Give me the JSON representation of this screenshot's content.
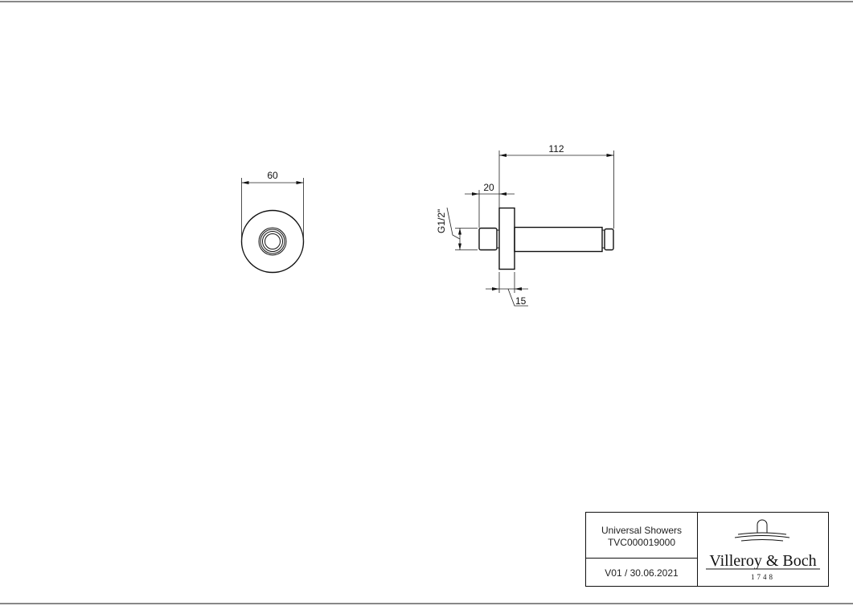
{
  "drawing": {
    "dimensions": {
      "flange_diameter": "60",
      "overall_length": "112",
      "thread_length": "20",
      "thread_size": "G1/2\"",
      "flange_thickness": "15"
    }
  },
  "title_block": {
    "product_line": "Universal Showers",
    "article_number": "TVC000019000",
    "version_date": "V01 / 30.06.2021",
    "brand": "Villeroy & Boch",
    "brand_year": "1748"
  }
}
